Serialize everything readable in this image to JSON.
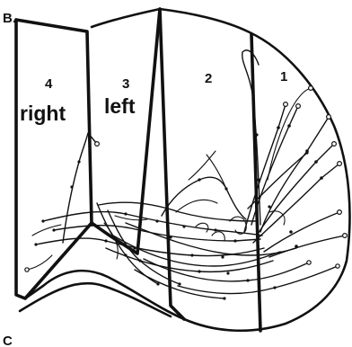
{
  "figure": {
    "panel_label": "B.",
    "next_panel_label": "C",
    "sections": [
      {
        "number": "4",
        "name": "right"
      },
      {
        "number": "3",
        "name": "left"
      },
      {
        "number": "2",
        "name": ""
      },
      {
        "number": "1",
        "name": ""
      }
    ]
  }
}
